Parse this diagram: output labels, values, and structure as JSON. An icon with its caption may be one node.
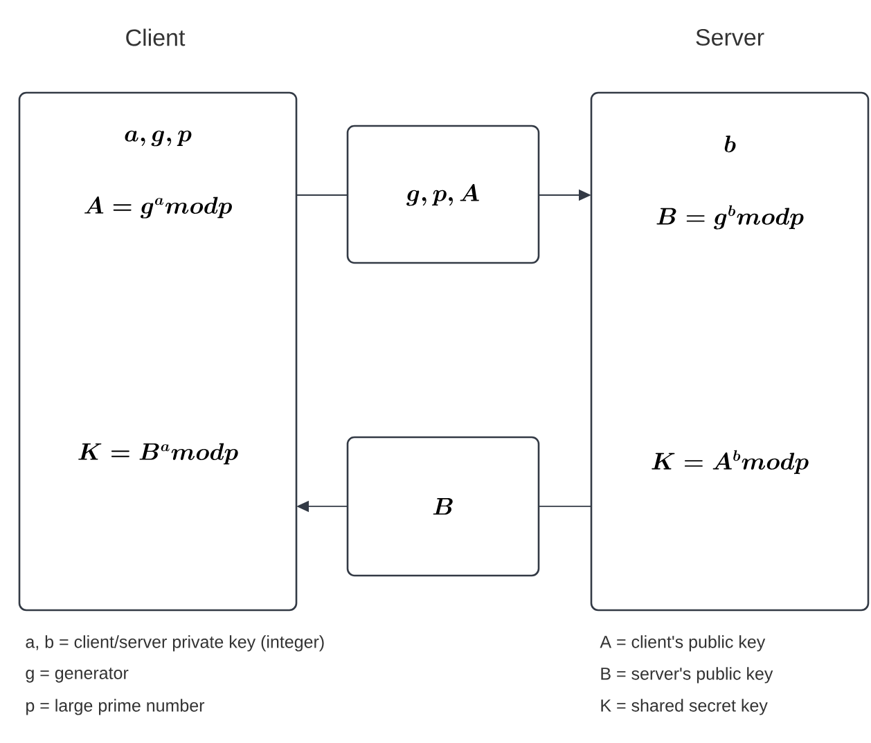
{
  "diagram": {
    "nodes": [
      {
        "text": [
          "Client",
          "a, g, p",
          "A = g^{a} mod p",
          "K = B^{a} mod p"
        ]
      },
      {
        "text": [
          "g, p, A"
        ]
      },
      {
        "text": [
          "Server",
          "b",
          "B = g^{b} mod p",
          "K = A^{b} mod p"
        ]
      },
      {
        "text": [
          "B"
        ]
      }
    ],
    "edges": [
      {
        "from": 0,
        "to": 1,
        "arrow": "none"
      },
      {
        "from": 1,
        "to": 2,
        "arrow": "to"
      },
      {
        "from": 2,
        "to": 3,
        "arrow": "none"
      },
      {
        "from": 3,
        "to": 0,
        "arrow": "to"
      }
    ],
    "labels": [
      "a, b = client/server private key (integer)",
      "g = generator",
      "p = large prime number",
      "A = client's public key",
      "B = server's public key",
      "K = shared secret key"
    ]
  }
}
